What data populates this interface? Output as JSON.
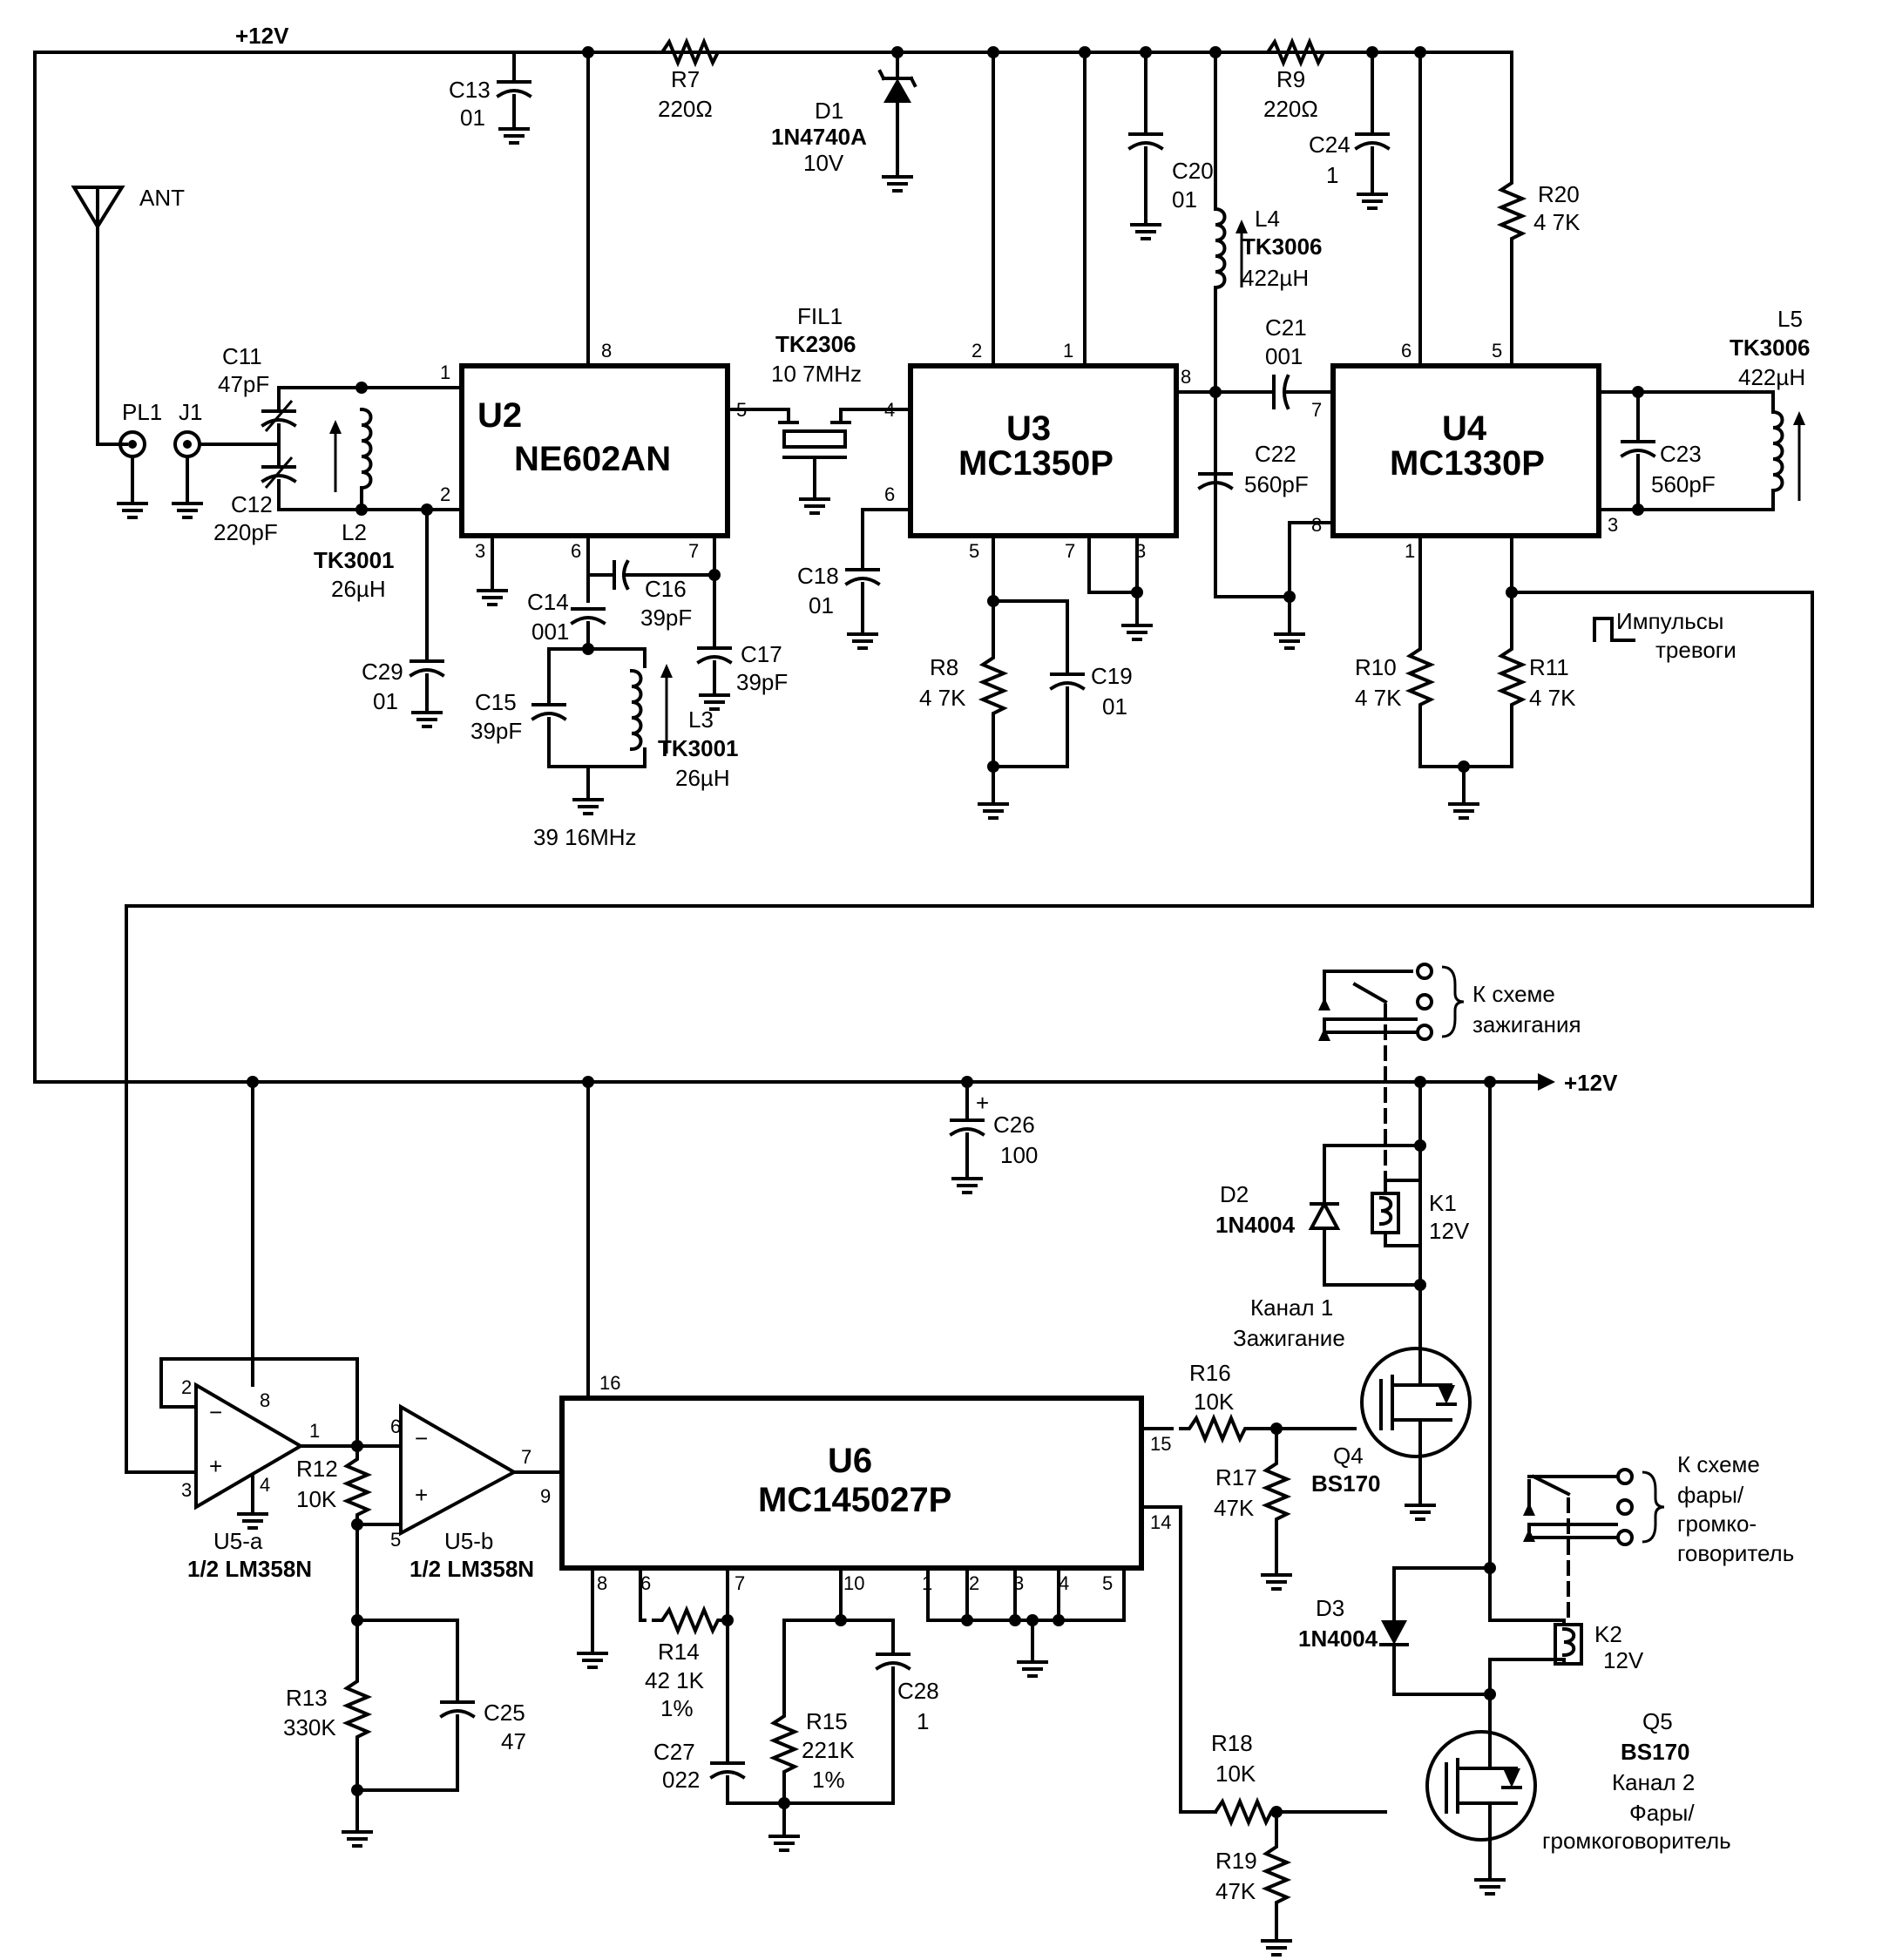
{
  "supply": {
    "top": "+12V",
    "right": "+12V"
  },
  "antenna": {
    "name": "ANT",
    "pl1": "PL1",
    "j1": "J1"
  },
  "ics": {
    "u2": {
      "ref": "U2",
      "part": "NE602AN"
    },
    "u3": {
      "ref": "U3",
      "part": "MC1350P"
    },
    "u4": {
      "ref": "U4",
      "part": "MC1330P"
    },
    "u6": {
      "ref": "U6",
      "part": "MC145027P"
    },
    "u5a": {
      "ref": "U5-a",
      "part": "1/2 LM358N"
    },
    "u5b": {
      "ref": "U5-b",
      "part": "1/2 LM358N"
    }
  },
  "filter": {
    "ref": "FIL1",
    "part": "TK2306",
    "freq": "10 7MHz"
  },
  "crystal_note": "39 16MHz",
  "alarm_pulses": {
    "line1": "Импульсы",
    "line2": "тревоги"
  },
  "channels": {
    "ch1_line1": "Канал 1",
    "ch1_line2": "Зажигание",
    "ch2_line1": "Канал 2",
    "ch2_line2": "Фары/",
    "ch2_line3": "громкоговоритель"
  },
  "relay_targets": {
    "r1_line1": "К схеме",
    "r1_line2": "зажигания",
    "r2_line1": "К схеме",
    "r2_line2": "фары/",
    "r2_line3": "громко-",
    "r2_line4": "говоритель"
  },
  "components": {
    "c11": {
      "ref": "C11",
      "val": "47pF"
    },
    "c12": {
      "ref": "C12",
      "val": "220pF"
    },
    "c13": {
      "ref": "C13",
      "val": "01"
    },
    "c14": {
      "ref": "C14",
      "val": "001"
    },
    "c15": {
      "ref": "C15",
      "val": "39pF"
    },
    "c16": {
      "ref": "C16",
      "val": "39pF"
    },
    "c17": {
      "ref": "C17",
      "val": "39pF"
    },
    "c18": {
      "ref": "C18",
      "val": "01"
    },
    "c19": {
      "ref": "C19",
      "val": "01"
    },
    "c20": {
      "ref": "C20",
      "val": "01"
    },
    "c21": {
      "ref": "C21",
      "val": "001"
    },
    "c22": {
      "ref": "C22",
      "val": "560pF"
    },
    "c23": {
      "ref": "C23",
      "val": "560pF"
    },
    "c24": {
      "ref": "C24",
      "val": "1"
    },
    "c25": {
      "ref": "C25",
      "val": "47"
    },
    "c26": {
      "ref": "C26",
      "val": "100"
    },
    "c27": {
      "ref": "C27",
      "val": "022"
    },
    "c28": {
      "ref": "C28",
      "val": "1"
    },
    "c29": {
      "ref": "C29",
      "val": "01"
    },
    "r7": {
      "ref": "R7",
      "val": "220Ω"
    },
    "r8": {
      "ref": "R8",
      "val": "4 7K"
    },
    "r9": {
      "ref": "R9",
      "val": "220Ω"
    },
    "r10": {
      "ref": "R10",
      "val": "4 7K"
    },
    "r11": {
      "ref": "R11",
      "val": "4 7K"
    },
    "r12": {
      "ref": "R12",
      "val": "10K"
    },
    "r13": {
      "ref": "R13",
      "val": "330K"
    },
    "r14": {
      "ref": "R14",
      "val": "42 1K",
      "tol": "1%"
    },
    "r15": {
      "ref": "R15",
      "val": "221K",
      "tol": "1%"
    },
    "r16": {
      "ref": "R16",
      "val": "10K"
    },
    "r17": {
      "ref": "R17",
      "val": "47K"
    },
    "r18": {
      "ref": "R18",
      "val": "10K"
    },
    "r19": {
      "ref": "R19",
      "val": "47K"
    },
    "r20": {
      "ref": "R20",
      "val": "4 7K"
    },
    "l2": {
      "ref": "L2",
      "part": "TK3001",
      "val": "26µH"
    },
    "l3": {
      "ref": "L3",
      "part": "TK3001",
      "val": "26µH"
    },
    "l4": {
      "ref": "L4",
      "part": "TK3006",
      "val": "422µH"
    },
    "l5": {
      "ref": "L5",
      "part": "TK3006",
      "val": "422µH"
    },
    "d1": {
      "ref": "D1",
      "part": "1N4740A",
      "val": "10V"
    },
    "d2": {
      "ref": "D2",
      "part": "1N4004"
    },
    "d3": {
      "ref": "D3",
      "part": "1N4004"
    },
    "k1": {
      "ref": "K1",
      "val": "12V"
    },
    "k2": {
      "ref": "K2",
      "val": "12V"
    },
    "q4": {
      "ref": "Q4",
      "part": "BS170"
    },
    "q5": {
      "ref": "Q5",
      "part": "BS170"
    }
  },
  "pins": {
    "u2": [
      "1",
      "2",
      "3",
      "6",
      "7",
      "8",
      "5"
    ],
    "u3": [
      "2",
      "1",
      "4",
      "6",
      "5",
      "7",
      "3",
      "8"
    ],
    "u4": [
      "6",
      "5",
      "7",
      "8",
      "1",
      "3"
    ],
    "u6": [
      "16",
      "15",
      "14",
      "9",
      "8",
      "6",
      "7",
      "10",
      "1",
      "2",
      "3",
      "4",
      "5"
    ],
    "u5a": [
      "2",
      "8",
      "1",
      "3",
      "4"
    ],
    "u5b": [
      "6",
      "7",
      "5"
    ]
  }
}
